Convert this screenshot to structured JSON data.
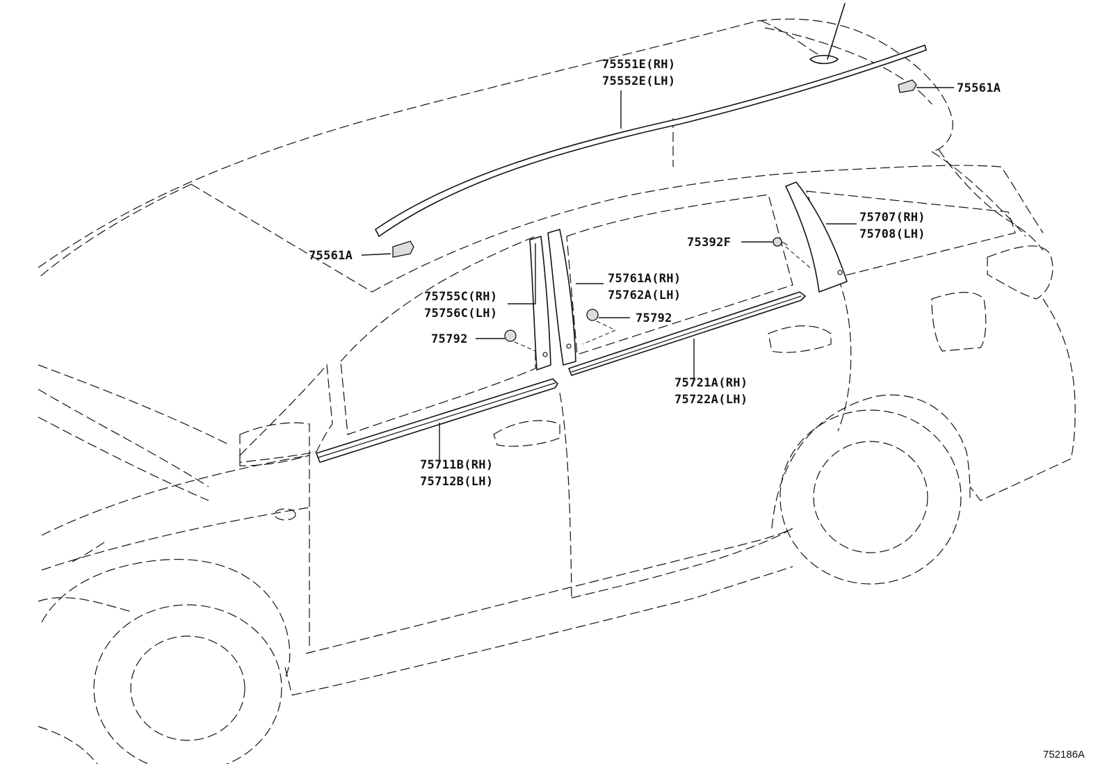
{
  "diagram": {
    "labels": {
      "roof_molding": [
        "75551E(RH)",
        "75552E(LH)"
      ],
      "roof_clip_rear": "75561A",
      "roof_clip_front": "75561A",
      "back_door_pillar_garnish": [
        "75707(RH)",
        "75708(LH)"
      ],
      "screw": "75392F",
      "rear_door_pillar_garnish": [
        "75761A(RH)",
        "75762A(LH)"
      ],
      "rear_door_clip": "75792",
      "front_door_pillar_garnish": [
        "75755C(RH)",
        "75756C(LH)"
      ],
      "front_door_clip": "75792",
      "rear_door_belt_molding": [
        "75721A(RH)",
        "75722A(LH)"
      ],
      "front_door_belt_molding": [
        "75711B(RH)",
        "75712B(LH)"
      ]
    },
    "reference_code": "752186A"
  }
}
